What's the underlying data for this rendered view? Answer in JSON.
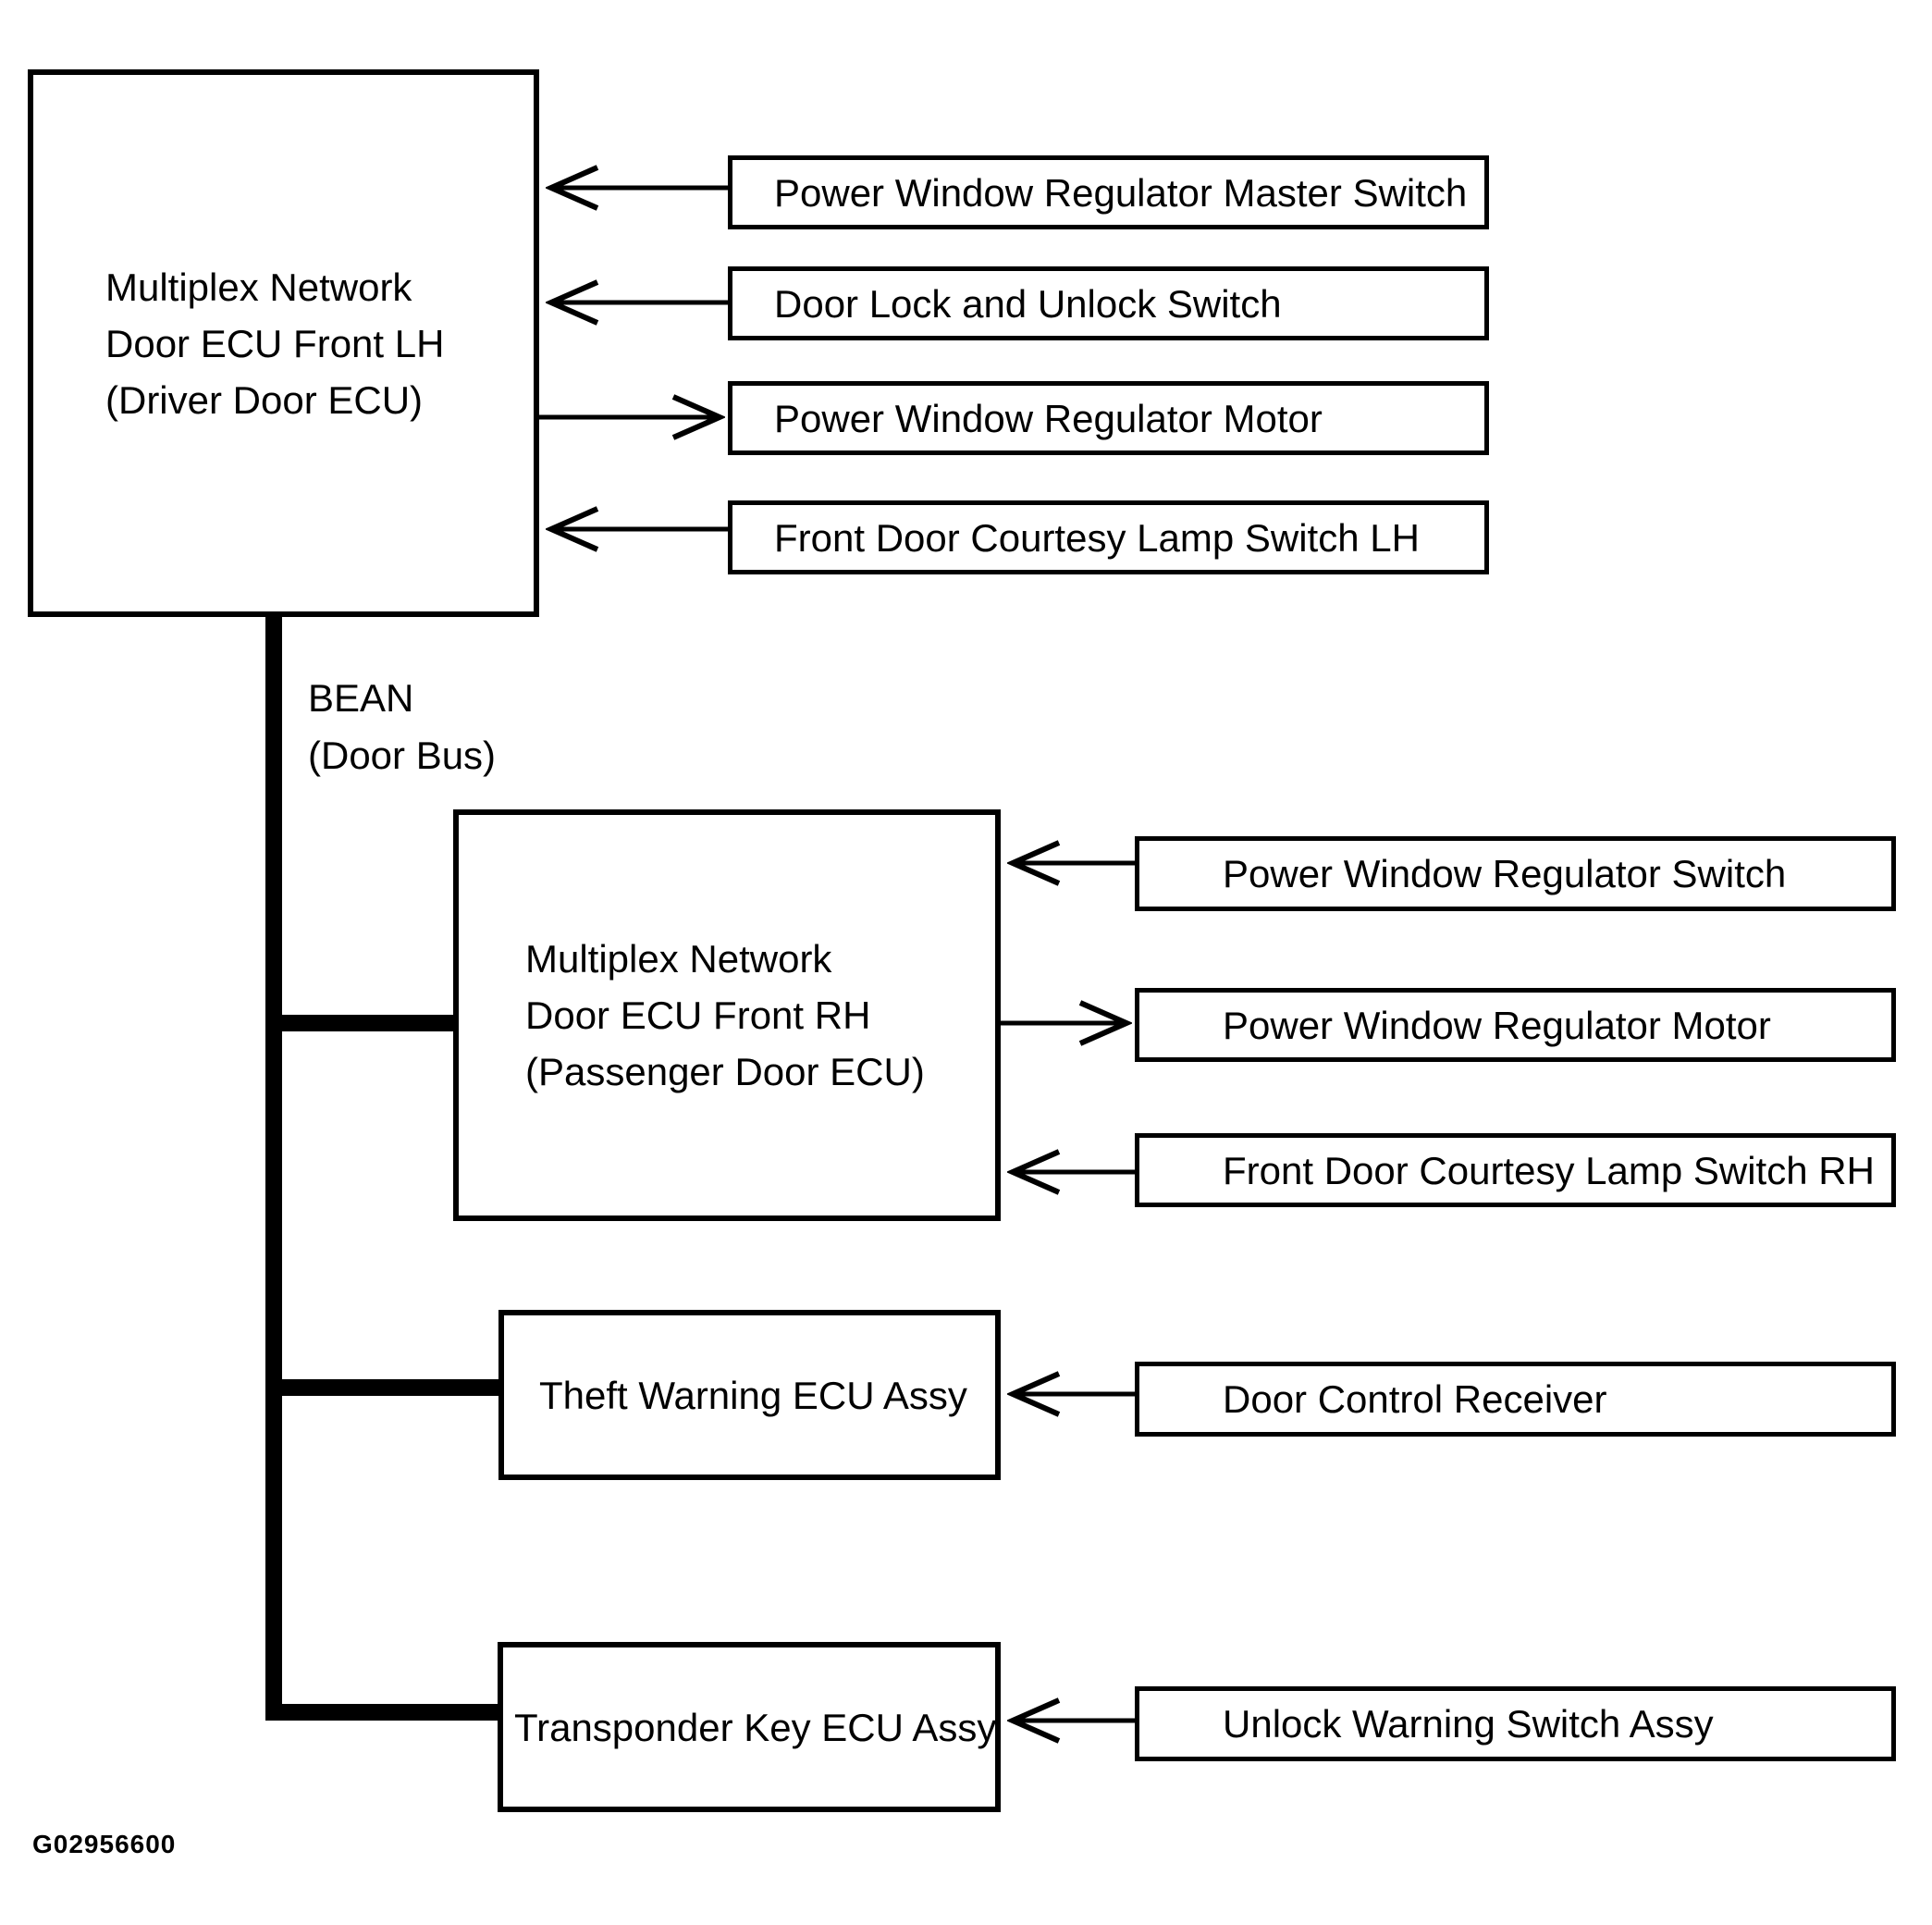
{
  "diagram": {
    "figure_id": "G02956600",
    "bus": {
      "label_line1": "BEAN",
      "label_line2": "(Door Bus)"
    },
    "nodes": {
      "lh_ecu": {
        "line1": "Multiplex Network",
        "line2": "Door ECU Front LH",
        "line3": "(Driver Door ECU)"
      },
      "rh_ecu": {
        "line1": "Multiplex Network",
        "line2": "Door ECU Front RH",
        "line3": "(Passenger Door ECU)"
      },
      "theft_ecu": {
        "label": "Theft Warning ECU Assy"
      },
      "transponder_ecu": {
        "label": "Transponder Key ECU Assy"
      },
      "pw_master_switch": {
        "label": "Power Window Regulator Master Switch"
      },
      "door_lock_switch": {
        "label": "Door Lock and Unlock Switch"
      },
      "pw_motor_lh": {
        "label": "Power Window Regulator Motor"
      },
      "courtesy_lamp_lh": {
        "label": "Front Door Courtesy Lamp Switch LH"
      },
      "pw_switch_rh": {
        "label": "Power Window Regulator Switch"
      },
      "pw_motor_rh": {
        "label": "Power Window Regulator Motor"
      },
      "courtesy_lamp_rh": {
        "label": "Front Door Courtesy Lamp Switch RH"
      },
      "door_control_receiver": {
        "label": "Door Control Receiver"
      },
      "unlock_warning_switch": {
        "label": "Unlock Warning Switch Assy"
      }
    },
    "colors": {
      "line": "#000000",
      "background": "#ffffff"
    }
  }
}
